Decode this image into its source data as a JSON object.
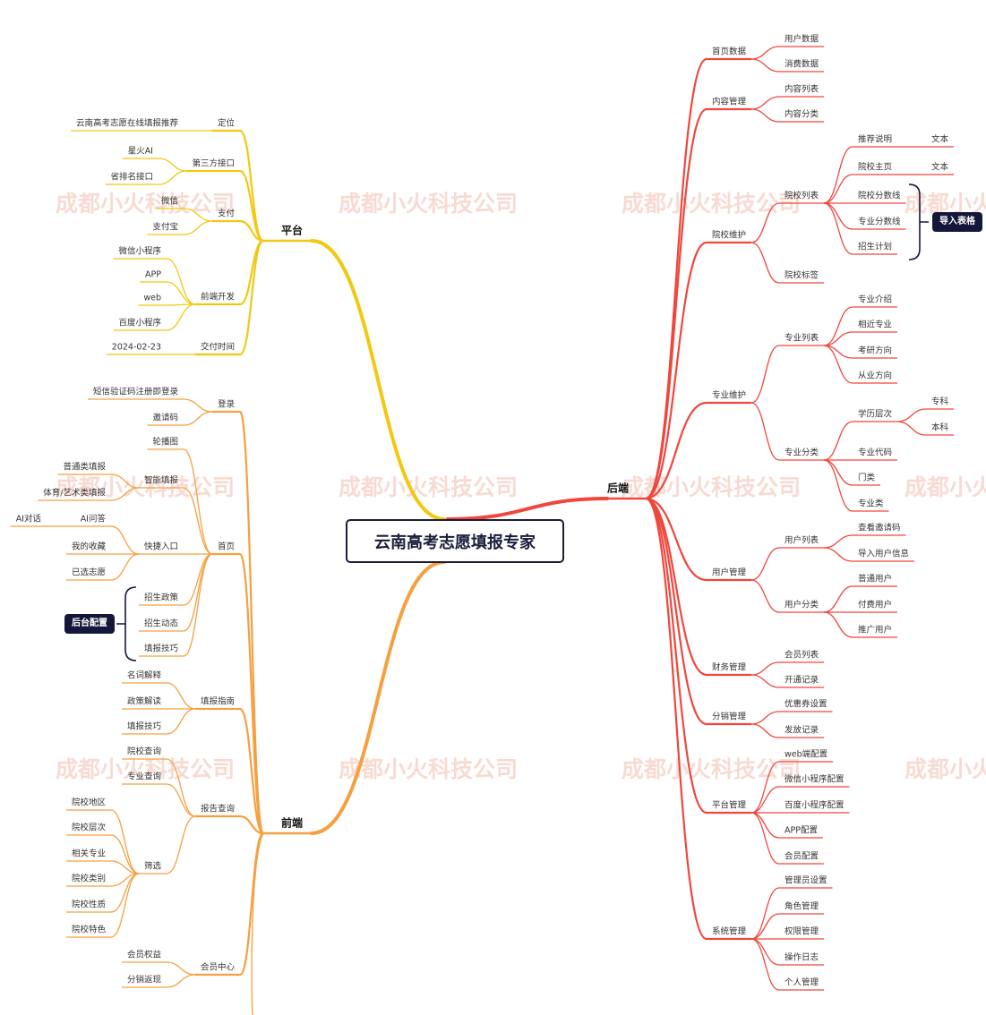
{
  "root": {
    "label": "云南高考志愿填报专家"
  },
  "colors": {
    "platform": "#f2c811",
    "frontend": "#f5a040",
    "backend": "#f0463c",
    "root_border": "#1b1d3a",
    "tag_bg": "#15173a",
    "watermark": "#f1b9a8"
  },
  "watermark": "成都小火科技公司",
  "tags": {
    "import_table": "导入表格",
    "backend_config": "后台配置"
  },
  "branches": {
    "platform": {
      "label": "平台",
      "children": [
        {
          "label": "定位",
          "children": [
            {
              "label": "云南高考志愿在线填报推荐"
            }
          ]
        },
        {
          "label": "第三方接口",
          "children": [
            {
              "label": "星火AI"
            },
            {
              "label": "省排名接口"
            }
          ]
        },
        {
          "label": "支付",
          "children": [
            {
              "label": "微信"
            },
            {
              "label": "支付宝"
            }
          ]
        },
        {
          "label": "前端开发",
          "children": [
            {
              "label": "微信小程序"
            },
            {
              "label": "APP"
            },
            {
              "label": "web"
            },
            {
              "label": "百度小程序"
            }
          ]
        },
        {
          "label": "交付时间",
          "children": [
            {
              "label": "2024-02-23"
            }
          ]
        }
      ]
    },
    "frontend": {
      "label": "前端",
      "children": [
        {
          "label": "登录",
          "children": [
            {
              "label": "短信验证码注册即登录"
            },
            {
              "label": "邀请码"
            }
          ]
        },
        {
          "label": "首页",
          "children": [
            {
              "label": "轮播图"
            },
            {
              "label": "智能填报",
              "children": [
                {
                  "label": "普通类填报"
                },
                {
                  "label": "体育/艺术类填报"
                }
              ]
            },
            {
              "label": "快捷入口",
              "children": [
                {
                  "label": "AI问答",
                  "children": [
                    {
                      "label": "AI对话"
                    }
                  ]
                },
                {
                  "label": "我的收藏"
                },
                {
                  "label": "已选志愿"
                }
              ]
            },
            {
              "label": "招生政策"
            },
            {
              "label": "招生动态"
            },
            {
              "label": "填报技巧"
            }
          ]
        },
        {
          "label": "填报指南",
          "children": [
            {
              "label": "名词解释"
            },
            {
              "label": "政策解读"
            },
            {
              "label": "填报技巧"
            }
          ]
        },
        {
          "label": "报告查询",
          "children": [
            {
              "label": "院校查询"
            },
            {
              "label": "专业查询"
            },
            {
              "label": "筛选",
              "children": [
                {
                  "label": "院校地区"
                },
                {
                  "label": "院校层次"
                },
                {
                  "label": "相关专业"
                },
                {
                  "label": "院校类别"
                },
                {
                  "label": "院校性质"
                },
                {
                  "label": "院校特色"
                }
              ]
            }
          ]
        },
        {
          "label": "会员中心",
          "children": [
            {
              "label": "会员权益"
            },
            {
              "label": "分销返现"
            }
          ]
        }
      ]
    },
    "backend": {
      "label": "后端",
      "children": [
        {
          "label": "首页数据",
          "children": [
            {
              "label": "用户数据"
            },
            {
              "label": "消费数据"
            }
          ]
        },
        {
          "label": "内容管理",
          "children": [
            {
              "label": "内容列表"
            },
            {
              "label": "内容分类"
            }
          ]
        },
        {
          "label": "院校维护",
          "children": [
            {
              "label": "院校列表",
              "children": [
                {
                  "label": "推荐说明",
                  "children": [
                    {
                      "label": "文本"
                    }
                  ]
                },
                {
                  "label": "院校主页",
                  "children": [
                    {
                      "label": "文本"
                    }
                  ]
                },
                {
                  "label": "院校分数线"
                },
                {
                  "label": "专业分数线"
                },
                {
                  "label": "招生计划"
                }
              ]
            },
            {
              "label": "院校标签"
            }
          ]
        },
        {
          "label": "专业维护",
          "children": [
            {
              "label": "专业列表",
              "children": [
                {
                  "label": "专业介绍"
                },
                {
                  "label": "相近专业"
                },
                {
                  "label": "考研方向"
                },
                {
                  "label": "从业方向"
                }
              ]
            },
            {
              "label": "专业分类",
              "children": [
                {
                  "label": "学历层次",
                  "children": [
                    {
                      "label": "专科"
                    },
                    {
                      "label": "本科"
                    }
                  ]
                },
                {
                  "label": "专业代码"
                },
                {
                  "label": "门类"
                },
                {
                  "label": "专业类"
                }
              ]
            }
          ]
        },
        {
          "label": "用户管理",
          "children": [
            {
              "label": "用户列表",
              "children": [
                {
                  "label": "查看邀请码"
                },
                {
                  "label": "导入用户信息"
                }
              ]
            },
            {
              "label": "用户分类",
              "children": [
                {
                  "label": "普通用户"
                },
                {
                  "label": "付费用户"
                },
                {
                  "label": "推广用户"
                }
              ]
            }
          ]
        },
        {
          "label": "财务管理",
          "children": [
            {
              "label": "会员列表"
            },
            {
              "label": "开通记录"
            }
          ]
        },
        {
          "label": "分销管理",
          "children": [
            {
              "label": "优惠券设置"
            },
            {
              "label": "发放记录"
            }
          ]
        },
        {
          "label": "平台管理",
          "children": [
            {
              "label": "web端配置"
            },
            {
              "label": "微信小程序配置"
            },
            {
              "label": "百度小程序配置"
            },
            {
              "label": "APP配置"
            },
            {
              "label": "会员配置"
            }
          ]
        },
        {
          "label": "系统管理",
          "children": [
            {
              "label": "管理员设置"
            },
            {
              "label": "角色管理"
            },
            {
              "label": "权限管理"
            },
            {
              "label": "操作日志"
            },
            {
              "label": "个人管理"
            }
          ]
        }
      ]
    }
  }
}
